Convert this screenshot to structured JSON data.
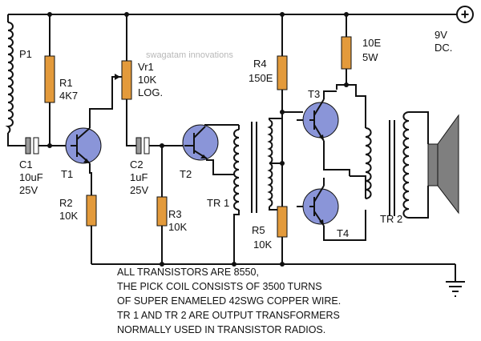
{
  "watermark": "swagatam innovations",
  "supply": {
    "symbol": "+",
    "voltage": "9V",
    "type": "DC."
  },
  "components": {
    "p1": {
      "ref": "P1"
    },
    "r1": {
      "ref": "R1",
      "value": "4K7"
    },
    "vr1": {
      "ref": "Vr1",
      "value": "10K",
      "taper": "LOG."
    },
    "c1": {
      "ref": "C1",
      "value": "10uF",
      "voltage": "25V"
    },
    "t1": {
      "ref": "T1"
    },
    "r2": {
      "ref": "R2",
      "value": "10K"
    },
    "c2": {
      "ref": "C2",
      "value": "1uF",
      "voltage": "25V"
    },
    "t2": {
      "ref": "T2"
    },
    "r3": {
      "ref": "R3",
      "value": "10K"
    },
    "tr1": {
      "ref": "TR 1"
    },
    "r4": {
      "ref": "R4",
      "value": "150E"
    },
    "r5": {
      "ref": "R5",
      "value": "10K"
    },
    "t3": {
      "ref": "T3"
    },
    "t4": {
      "ref": "T4"
    },
    "r6": {
      "value": "10E",
      "power": "5W"
    },
    "tr2": {
      "ref": "TR 2"
    }
  },
  "notes": [
    "ALL TRANSISTORS ARE 8550,",
    "THE PICK COIL CONSISTS OF 3500 TURNS",
    "OF SUPER ENAMELED 42SWG COPPER WIRE.",
    "TR 1 AND TR 2 ARE OUTPUT TRANSFORMERS",
    "NORMALLY USED IN TRANSISTOR RADIOS."
  ],
  "colors": {
    "resistor": "#e39a3b",
    "transistor": "#8a95d8",
    "capacitor": "#9a9a9a",
    "speaker": "#7f7f7f",
    "wire": "#111111"
  }
}
